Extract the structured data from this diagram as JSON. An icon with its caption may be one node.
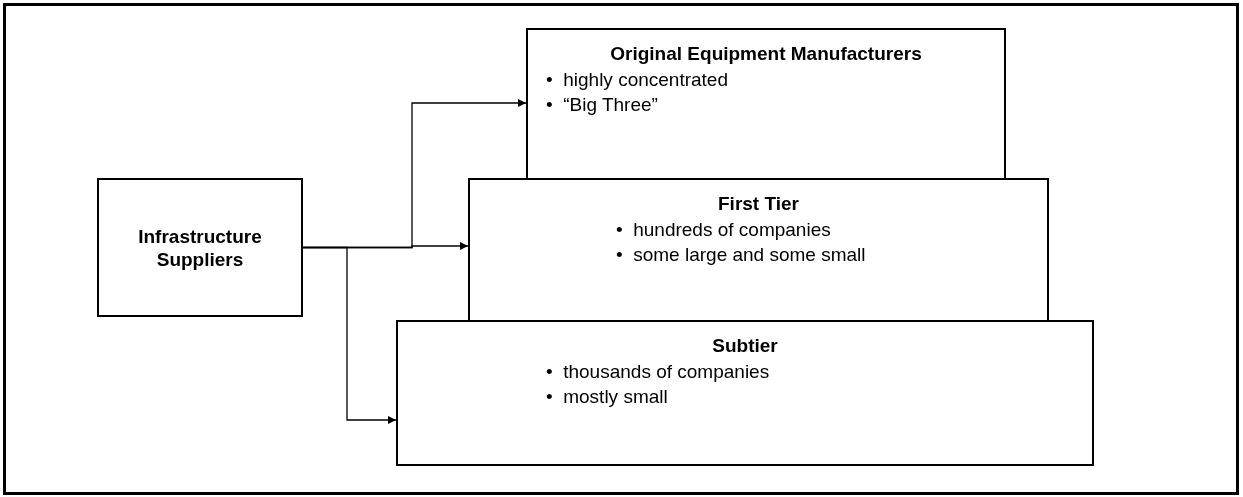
{
  "diagram": {
    "nodes": [
      {
        "text": [
          "Infrastructure Suppliers"
        ]
      },
      {
        "text": [
          "Original Equipment Manufacturers",
          "•  highly concentrated",
          "•  “Big Three”"
        ]
      },
      {
        "text": [
          "First Tier",
          "•  hundreds of companies",
          "•  some large and some small"
        ]
      },
      {
        "text": [
          "Subtier",
          "•  thousands of companies",
          "•  mostly small"
        ]
      }
    ],
    "edges": [
      {
        "from": 0,
        "to": 1,
        "arrow": "to"
      },
      {
        "from": 0,
        "to": 2,
        "arrow": "to"
      },
      {
        "from": 0,
        "to": 3,
        "arrow": "to"
      }
    ]
  }
}
